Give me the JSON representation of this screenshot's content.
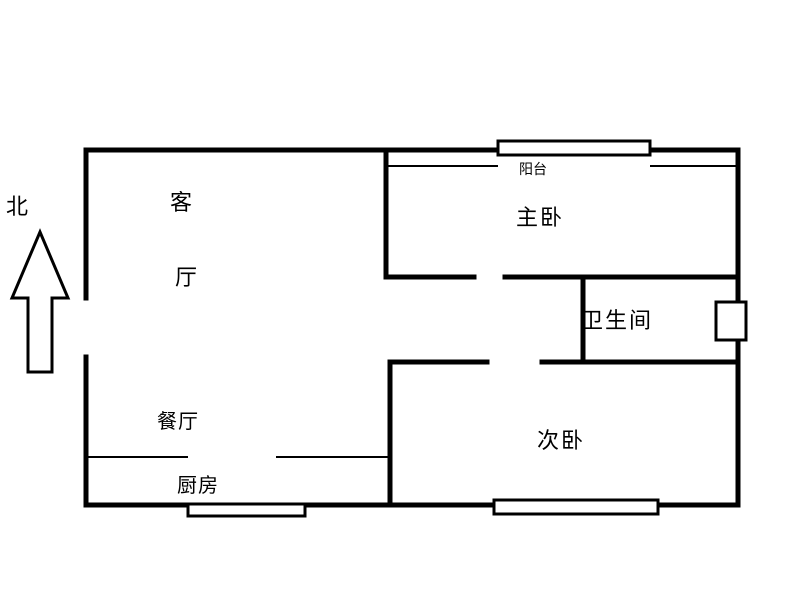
{
  "compass": {
    "label": "北",
    "icon": "north-arrow-icon"
  },
  "rooms": {
    "living_room_top": "客",
    "living_room_bottom": "厅",
    "balcony": "阳台",
    "master_bedroom": "主卧",
    "bathroom": "卫生间",
    "dining_room": "餐厅",
    "second_bedroom": "次卧",
    "kitchen": "厨房"
  },
  "colors": {
    "line": "#000000",
    "background": "#ffffff"
  }
}
